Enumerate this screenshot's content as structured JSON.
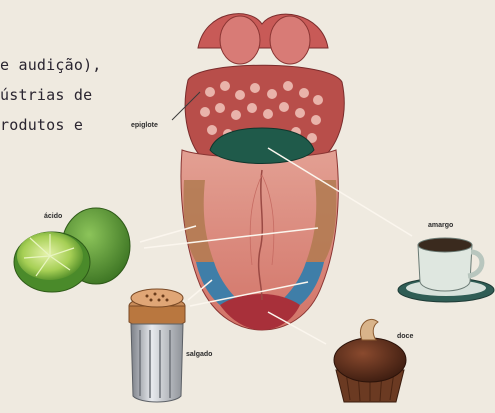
{
  "text_fragments": [
    "e audição),",
    "ústrias de",
    "rodutos e"
  ],
  "labels": {
    "epiglote": "epiglote",
    "acido": "ácido",
    "amargo": "amargo",
    "salgado": "salgado",
    "doce": "doce"
  },
  "icons": {
    "tongue": "tongue-illustration",
    "lime": "lime-icon",
    "cup": "coffee-cup-icon",
    "salt": "salt-shaker-icon",
    "cupcake": "chocolate-cupcake-icon"
  },
  "colors": {
    "background": "#efeae0",
    "tongue": "#d8867c",
    "bitter_zone": "#1f5a4a",
    "sour_zone": "#b07a50",
    "salty_zone": "#3f7ea8",
    "sweet_zone": "#a8303a",
    "lime": "#5fa032"
  }
}
